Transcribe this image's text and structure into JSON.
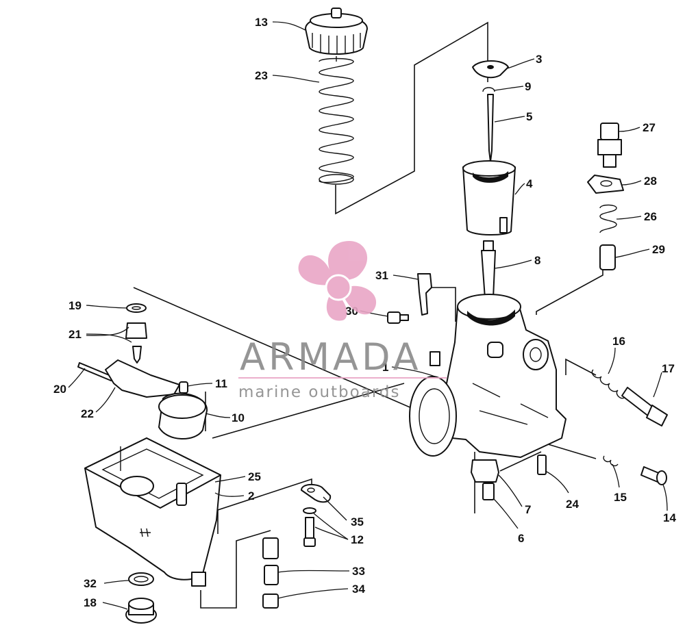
{
  "watermark": {
    "brand": "ARMADA",
    "tagline": "marine outboards",
    "accent_color": "#e9a6c6",
    "text_color": "#8a8a8a"
  },
  "callouts": [
    {
      "id": "13",
      "label": "13"
    },
    {
      "id": "23",
      "label": "23"
    },
    {
      "id": "3",
      "label": "3"
    },
    {
      "id": "9",
      "label": "9"
    },
    {
      "id": "5",
      "label": "5"
    },
    {
      "id": "4",
      "label": "4"
    },
    {
      "id": "27",
      "label": "27"
    },
    {
      "id": "28",
      "label": "28"
    },
    {
      "id": "26",
      "label": "26"
    },
    {
      "id": "29",
      "label": "29"
    },
    {
      "id": "8",
      "label": "8"
    },
    {
      "id": "31",
      "label": "31"
    },
    {
      "id": "30",
      "label": "30"
    },
    {
      "id": "19",
      "label": "19"
    },
    {
      "id": "21",
      "label": "21"
    },
    {
      "id": "20",
      "label": "20"
    },
    {
      "id": "22",
      "label": "22"
    },
    {
      "id": "11",
      "label": "11"
    },
    {
      "id": "10",
      "label": "10"
    },
    {
      "id": "1",
      "label": "1"
    },
    {
      "id": "16",
      "label": "16"
    },
    {
      "id": "17",
      "label": "17"
    },
    {
      "id": "25",
      "label": "25"
    },
    {
      "id": "2",
      "label": "2"
    },
    {
      "id": "35",
      "label": "35"
    },
    {
      "id": "12",
      "label": "12"
    },
    {
      "id": "7",
      "label": "7"
    },
    {
      "id": "24",
      "label": "24"
    },
    {
      "id": "15",
      "label": "15"
    },
    {
      "id": "14",
      "label": "14"
    },
    {
      "id": "6",
      "label": "6"
    },
    {
      "id": "33",
      "label": "33"
    },
    {
      "id": "34",
      "label": "34"
    },
    {
      "id": "32",
      "label": "32"
    },
    {
      "id": "18",
      "label": "18"
    }
  ]
}
